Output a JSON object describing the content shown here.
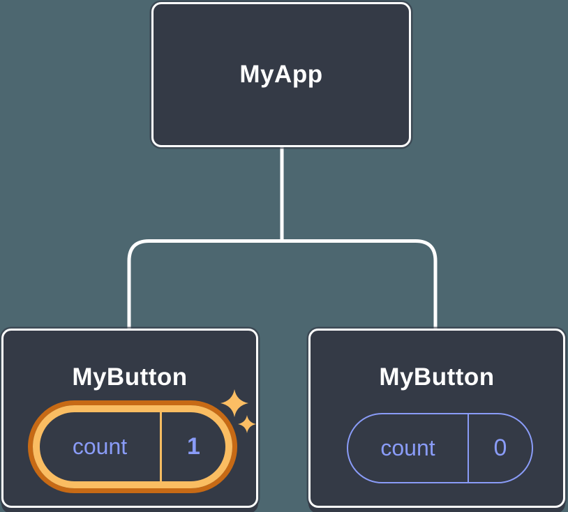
{
  "diagram": {
    "root": {
      "label": "MyApp"
    },
    "children": [
      {
        "label": "MyButton",
        "state": {
          "key": "count",
          "value": "1",
          "highlighted": true
        }
      },
      {
        "label": "MyButton",
        "state": {
          "key": "count",
          "value": "0",
          "highlighted": false
        }
      }
    ]
  },
  "icons": {
    "sparkle_large": "sparkle-icon",
    "sparkle_small": "sparkle-icon"
  },
  "colors": {
    "canvas-bg": "#4D6770",
    "node-bg": "#343A46",
    "node-border": "#FFFFFF",
    "node-text": "#FFFFFF",
    "state-purple": "#8A9CF8",
    "highlight-gold": "#FABD62",
    "highlight-orange": "#C76A15",
    "connector": "#FFFFFF"
  }
}
